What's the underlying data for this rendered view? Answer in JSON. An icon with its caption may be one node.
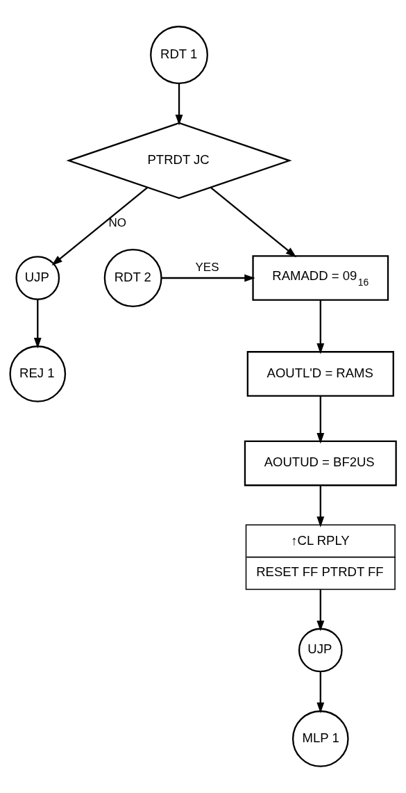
{
  "diagram": {
    "nodes": [
      {
        "text": [
          "RDT 1"
        ]
      },
      {
        "text": [
          "PTRDT JC"
        ]
      },
      {
        "text": [
          "UJP"
        ]
      },
      {
        "text": [
          "REJ 1"
        ]
      },
      {
        "text": [
          "RDT 2"
        ]
      },
      {
        "text": [
          "RAMADD = 09$_{16}$"
        ]
      },
      {
        "text": [
          "AOUTL'D = RAMS"
        ]
      },
      {
        "text": [
          "AOUTUD = BF2US"
        ]
      },
      {
        "text": [
          "↑CL RPLY",
          "RESET FF PTRDT FF"
        ]
      },
      {
        "text": [
          "UJP"
        ]
      },
      {
        "text": [
          "MLP 1"
        ]
      }
    ],
    "edges": [
      {
        "from": 0,
        "to": 1,
        "arrow": "to"
      },
      {
        "from": 1,
        "to": 2,
        "arrow": "to",
        "label": "NO"
      },
      {
        "from": 2,
        "to": 3,
        "arrow": "to"
      },
      {
        "from": 4,
        "to": 5,
        "arrow": "to",
        "label": "YES"
      },
      {
        "from": 1,
        "to": 5,
        "arrow": "to"
      },
      {
        "from": 5,
        "to": 6,
        "arrow": "to"
      },
      {
        "from": 6,
        "to": 7,
        "arrow": "to"
      },
      {
        "from": 7,
        "to": 8,
        "arrow": "to"
      },
      {
        "from": 8,
        "to": 9,
        "arrow": "to"
      },
      {
        "from": 9,
        "to": 10,
        "arrow": "to"
      }
    ]
  }
}
